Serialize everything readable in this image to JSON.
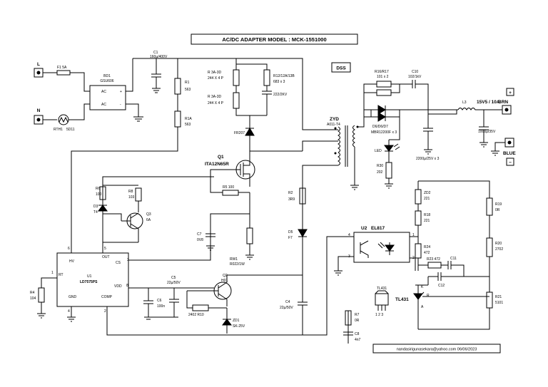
{
  "title": "AC/DC  ADAPTER   MODEL : MCK-1551000",
  "dss": "DSS",
  "footer": "nandasirigunasekara@yahoo.com  06/06/2023",
  "terminals": {
    "L": "L",
    "N": "N",
    "BRN": "BRN",
    "BLUE": "BLUE",
    "plus": "+",
    "minus": "−"
  },
  "output": "15V5 / 10A",
  "labels": {
    "F1": "F1   5A",
    "RTH1": "RTH1",
    "RTH1v": "5D11",
    "BD1": "BD1",
    "BD1v": "GSU606",
    "ac1": "AC",
    "ac2": "AC",
    "bplus": "+",
    "bminus": "-",
    "C1": "C1",
    "C1v": "160µ/400V",
    "R1": "R1",
    "R1v": "563",
    "R1A": "R1A",
    "R1Av": "563",
    "R3": "R 3A-3D",
    "R3v": "244 X 4 P",
    "R3b": "R 3A-3D",
    "R3bv": "244 X 4 P",
    "R12": "R12/12A/13B",
    "R12v": "683 x 3",
    "C2kv": "222/2KV",
    "FR207": "FR207",
    "Q1": "Q1",
    "Q1v": "ITA12N65R",
    "R5": "R5  100",
    "R6": "R6",
    "R6v": "100",
    "R8": "R8",
    "R8v": "103",
    "D3": "D3",
    "D3v": "T4",
    "Q3": "Q3",
    "Q3v": "6A",
    "C7": "C7",
    "C7v": "0V8",
    "RW1": "RW1",
    "RW1v": "R022/1W",
    "R2": "R2",
    "R2v": "3R9",
    "D5": "D5",
    "D5v": "F7",
    "ZYD": "ZYD",
    "ZYDv": "A011-T4",
    "R16": "R16/R17",
    "R16v": "101 x 2",
    "C10": "C10",
    "C10v": "102/1kV",
    "D6": "D6/D6/D7",
    "D6v": "MBR12200F x 3",
    "L3": "L3",
    "C1000": "1000µ/35V",
    "C2200": "2200µ/25V x 3",
    "LED": "LED",
    "R30": "R30",
    "R30v": "202",
    "ZD2": "ZD2",
    "ZD2v": "221",
    "R18": "R18",
    "R18v": "221",
    "R24": "R24",
    "R24v": "472",
    "R23": "R23   472",
    "C11": "C11",
    "C12": "C12",
    "R19": "R19",
    "R19v": "0R",
    "R20": "R20",
    "R20v": "2702",
    "R21": "R21",
    "R21v": "5101",
    "U2": "U2",
    "EL817": "EL817",
    "U1": "U1",
    "U1v": "LD7575PS",
    "HV": "HV",
    "OUT": "OUT",
    "CS": "CS",
    "RT": "RT",
    "GND": "GND",
    "COMP": "COMP",
    "VCC": "VDD",
    "R4": "R4",
    "R4v": "104",
    "C5": "C5",
    "C5v": "22µ/50V",
    "C6": "C6",
    "C6v": "100n",
    "Q2": "Q2",
    "Q2v": "H01",
    "R10": "2402  R10",
    "ZD1": "ZD1",
    "ZD1v": "SK-25V",
    "C4": "C4",
    "C4v": "22µ/50V",
    "R7": "R7",
    "R7v": "0R",
    "C8": "C8",
    "C8v": "4n7",
    "TL431a": "TL431",
    "TL431b": "TL431",
    "tlpins": "1  2  3",
    "tlA": "A",
    "tlK": "K",
    "tlR": "R",
    "p1": "1",
    "p3": "3",
    "p4": "4",
    "p5": "5",
    "p6": "6",
    "p8": "8",
    "p2": "2",
    "p1b": "1",
    "p2b": "2",
    "p3b": "3",
    "p4b": "4"
  }
}
